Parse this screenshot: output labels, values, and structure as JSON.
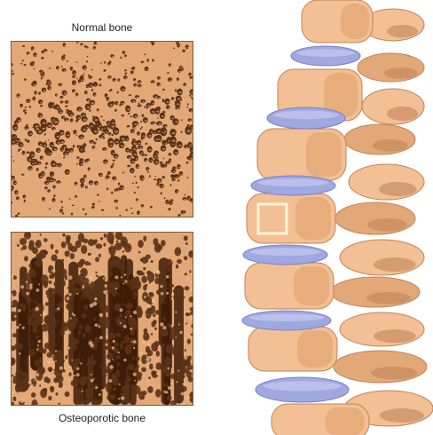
{
  "labels": {
    "normal": "Normal bone",
    "osteoporotic": "Osteoporotic bone"
  },
  "colors": {
    "bone": "#e3a877",
    "bone_light": "#f2c094",
    "bone_shadow": "#c08458",
    "pore": "#5a3216",
    "pore_dark": "#3d1c08",
    "disc": "#a0a8e0",
    "disc_shadow": "#7a80c4",
    "highlight": "#fff4d8"
  },
  "icons": {
    "normal_panel": "trabecular-bone-texture",
    "osteoporotic_panel": "porous-bone-texture",
    "spine": "lumbar-spine-illustration",
    "magnify_box": "magnified-region-square"
  }
}
